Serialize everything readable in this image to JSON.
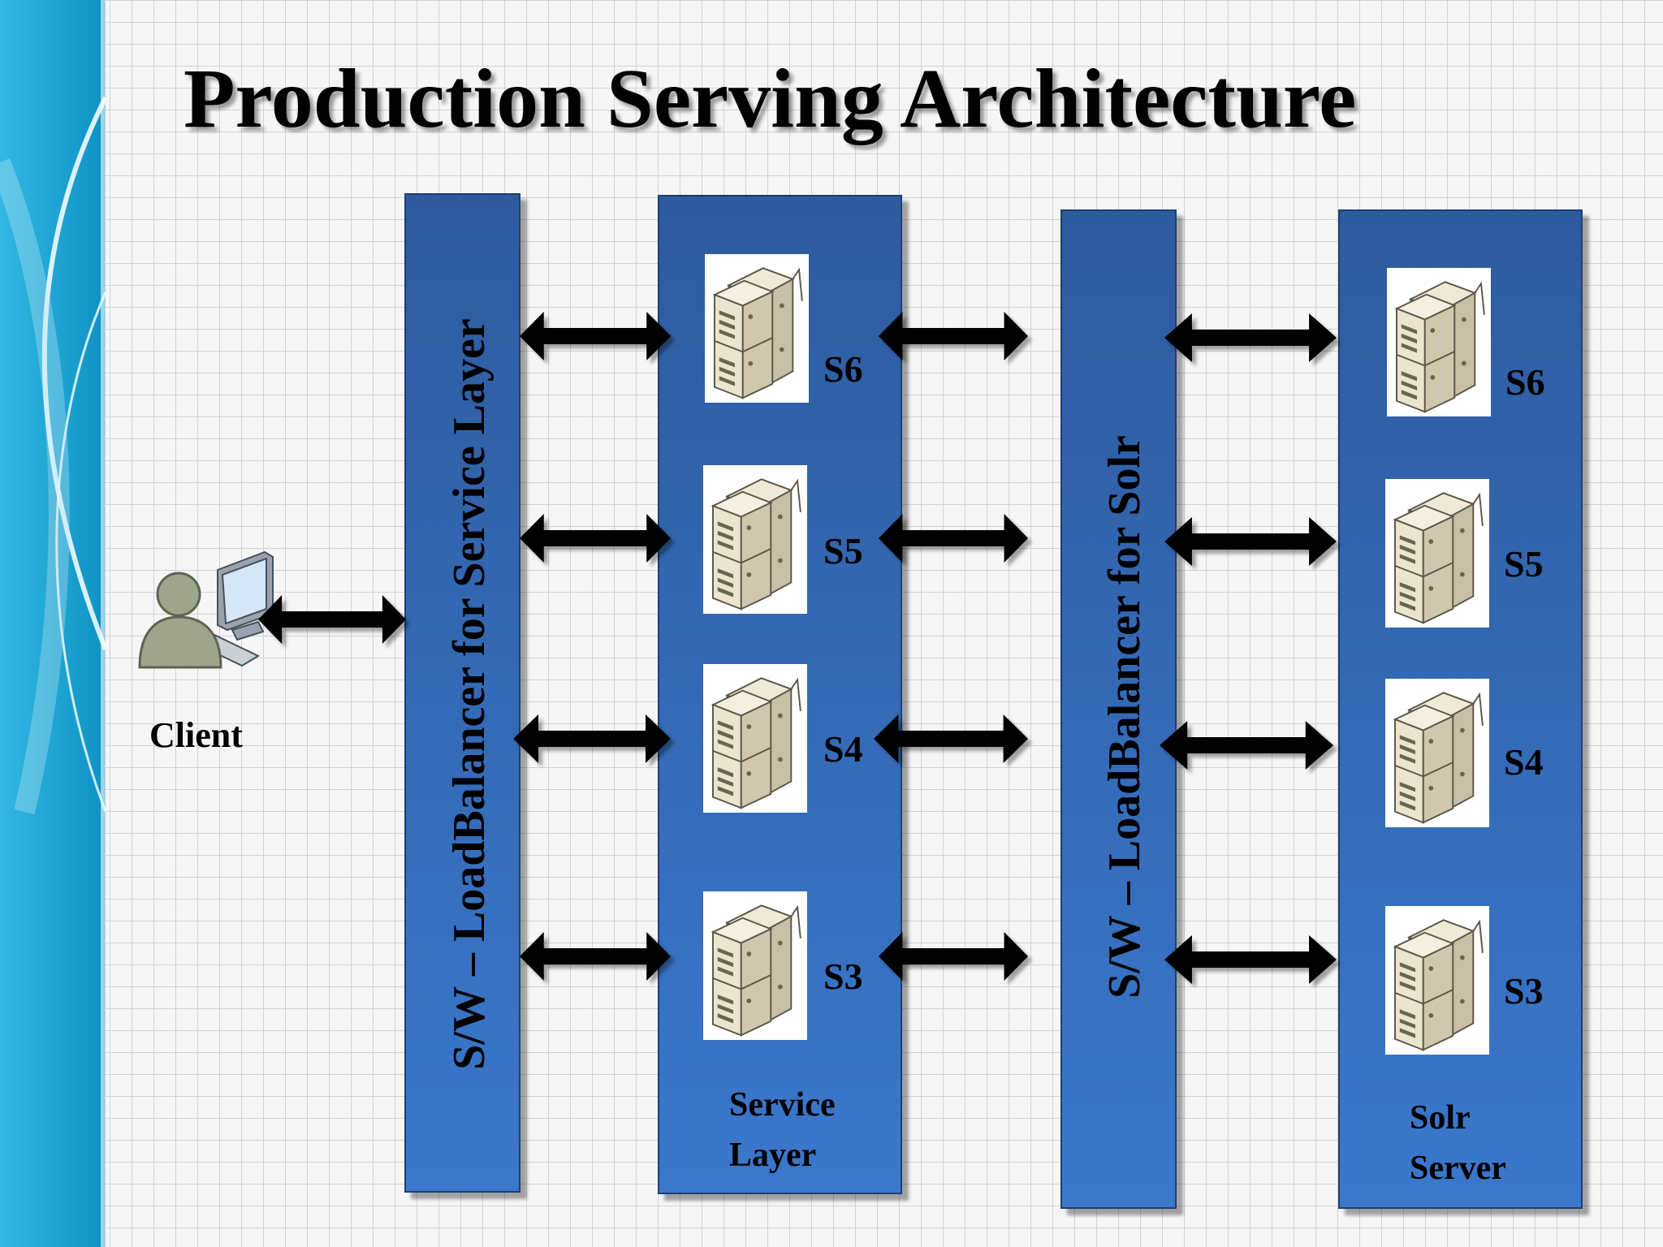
{
  "slide": {
    "title": "Production Serving Architecture",
    "client_label": "Client"
  },
  "load_balancers": {
    "service": "S/W – LoadBalancer for Service Layer",
    "solr": "S/W – LoadBalancer for Solr"
  },
  "service_layer": {
    "caption": [
      "Service",
      "Layer"
    ],
    "servers": [
      "S6",
      "S5",
      "S4",
      "S3"
    ]
  },
  "solr_server": {
    "caption": [
      "Solr",
      "Server"
    ],
    "servers": [
      "S6",
      "S5",
      "S4",
      "S3"
    ]
  },
  "icons": {
    "client": "user-computer-icon",
    "server": "server-rack-icon",
    "connection": "double-arrow-icon"
  },
  "colors": {
    "panel_top": "#2e5b9e",
    "panel_bottom": "#3a78cc",
    "arrow": "#000000",
    "band": "#1fa8d6"
  }
}
